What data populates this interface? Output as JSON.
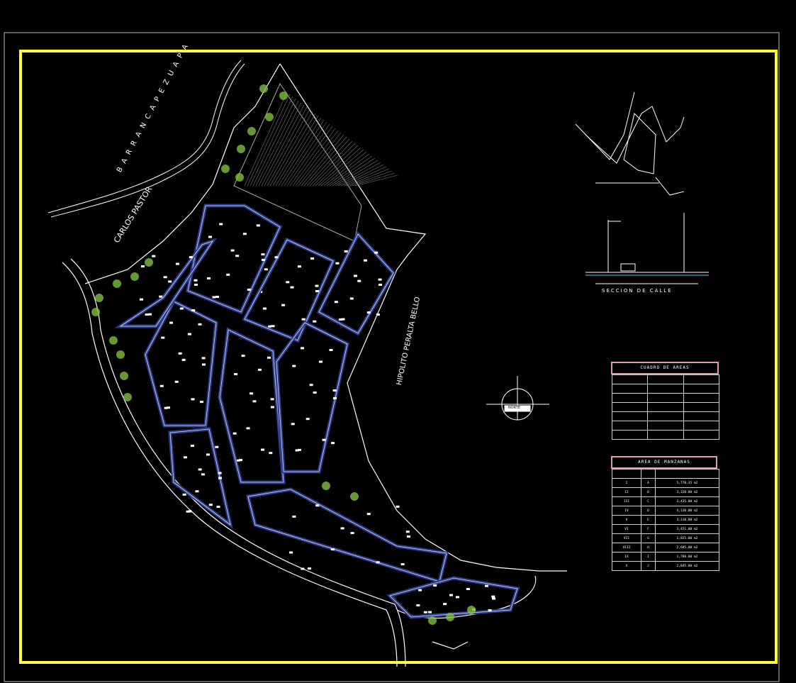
{
  "streets": {
    "carlos_pastor": "CARLOS PASTOR",
    "barranca": "B A R R A N C A   P E Z U A P A",
    "hipolito": "HIPOLITO PERALTA BELLO"
  },
  "section_title": "SECCION DE CALLE",
  "north_label": "NORTE",
  "table1": {
    "title": "CUADRO DE AREAS"
  },
  "table2": {
    "title": "AREA DE MANZANAS",
    "rows": [
      [
        "I",
        "A",
        "5,770.35 m2"
      ],
      [
        "II",
        "B",
        "3,320.00 m2"
      ],
      [
        "III",
        "C",
        "3,435.00 m2"
      ],
      [
        "IV",
        "D",
        "4,130.00 m2"
      ],
      [
        "V",
        "E",
        "3,110.00 m2"
      ],
      [
        "VI",
        "F",
        "3,451.00 m2"
      ],
      [
        "VII",
        "G",
        "1,825.00 m2"
      ],
      [
        "VIII",
        "H",
        "2,685.00 m2"
      ],
      [
        "IX",
        "I",
        "1,780.00 m2"
      ],
      [
        "X",
        "J",
        "2,845.00 m2"
      ]
    ]
  },
  "colors": {
    "frame": "#ffff33",
    "lines": "#ffffff",
    "lots": "#2a3d8f",
    "trees": "#7fbf3f"
  }
}
